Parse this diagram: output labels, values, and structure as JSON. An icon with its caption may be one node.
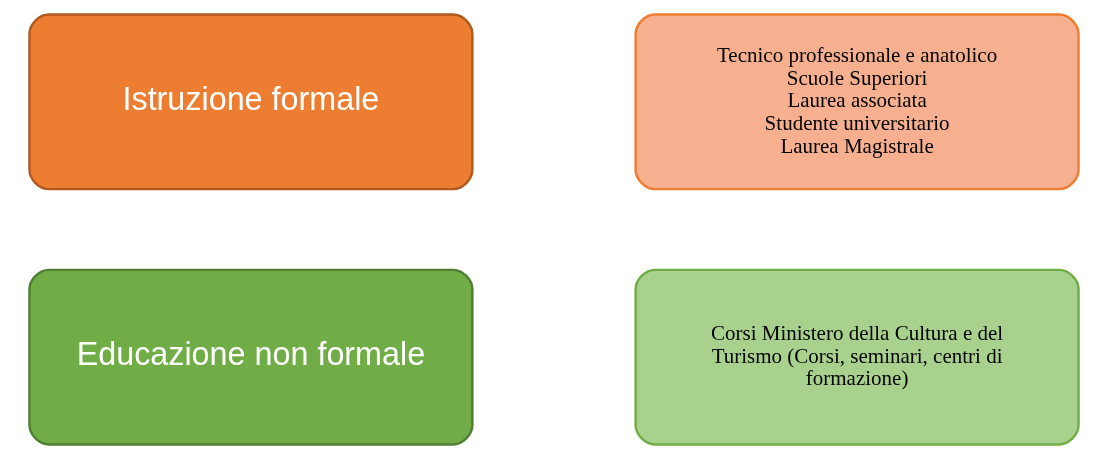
{
  "diagram": {
    "nodes": [
      {
        "text": [
          "Istruzione formale"
        ]
      },
      {
        "text": [
          "Tecnico professionale e anatolico",
          "Scuole Superiori",
          "Laurea associata",
          "Studente universitario",
          "Laurea Magistrale"
        ]
      },
      {
        "text": [
          "Educazione non formale"
        ]
      },
      {
        "text": [
          "Corsi Ministero della Cultura e del Turismo (Corsi, seminari, centri di formazione)"
        ]
      }
    ]
  }
}
